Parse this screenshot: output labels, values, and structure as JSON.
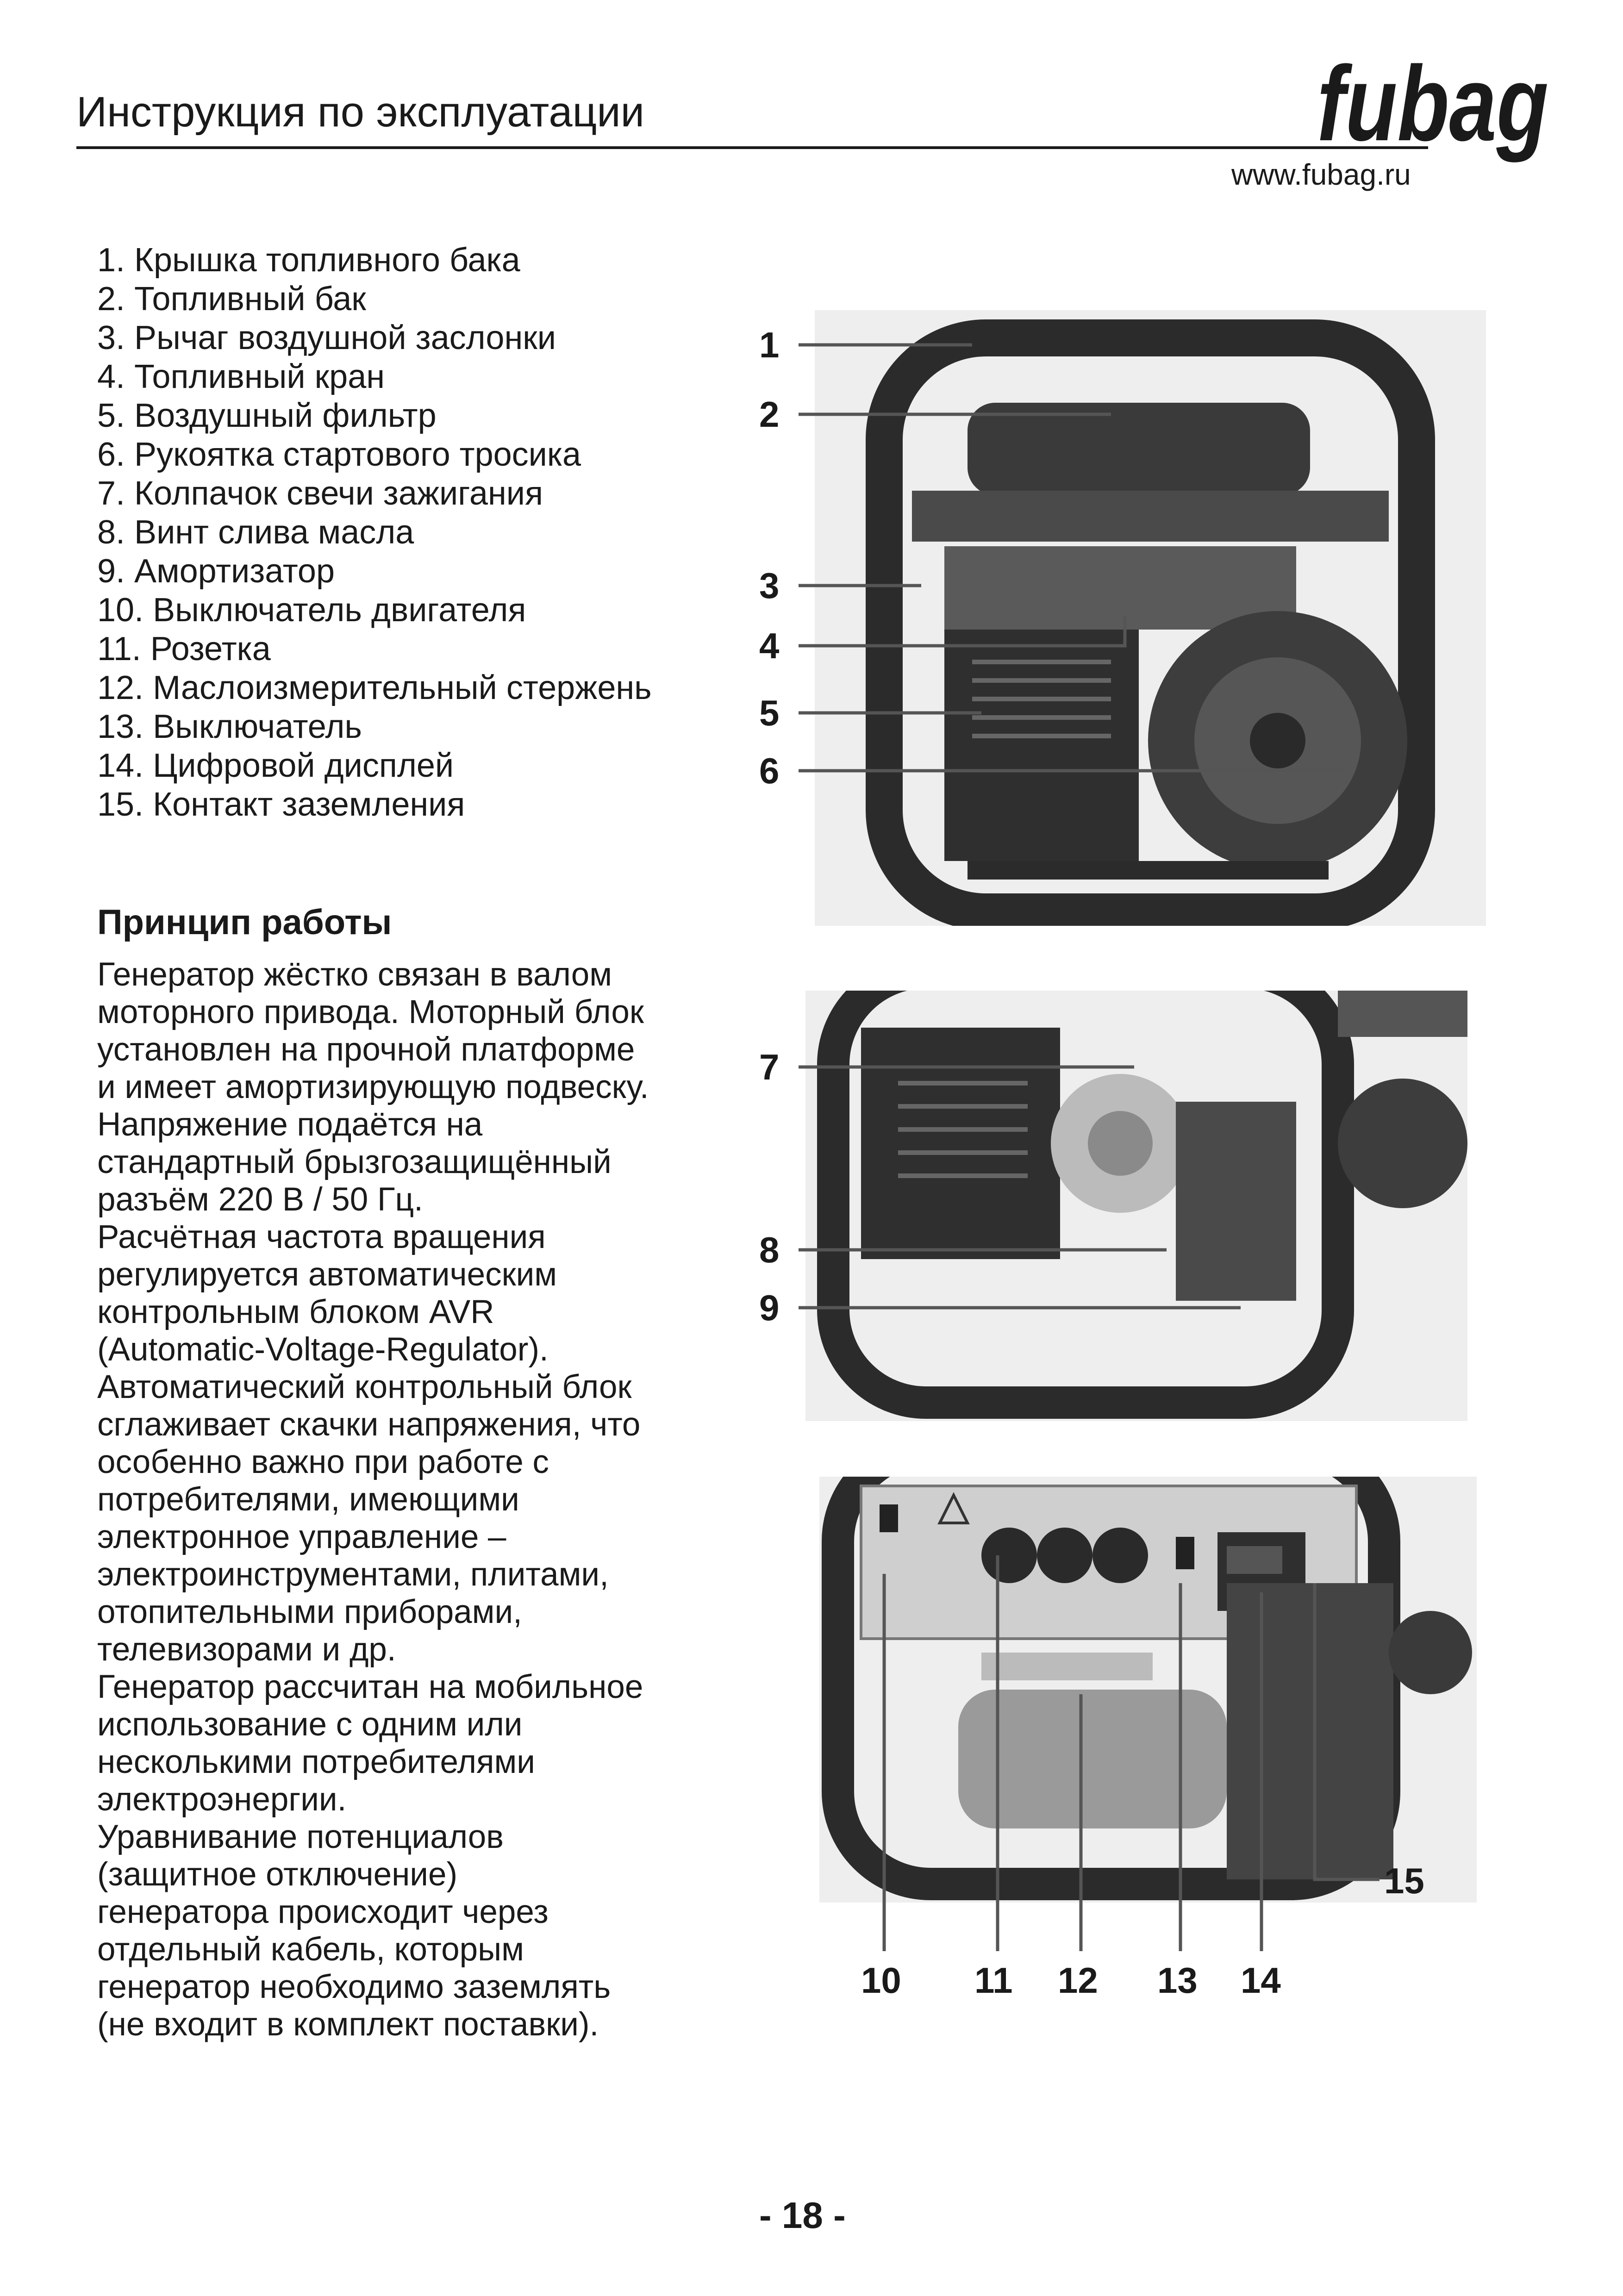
{
  "header": {
    "title": "Инструкция по эксплуатации",
    "logo_text": "fubag",
    "url": "www.fubag.ru"
  },
  "parts": [
    "1. Крышка топливного бака",
    "2. Топливный бак",
    "3. Рычаг воздушной заслонки",
    "4. Топливный кран",
    "5. Воздушный фильтр",
    "6. Рукоятка стартового тросика",
    "7. Колпачок свечи зажигания",
    "8. Винт слива масла",
    "9. Амортизатор",
    "10. Выключатель двигателя",
    "11. Розетка",
    "12. Маслоизмерительный стержень",
    "13. Выключатель",
    "14. Цифровой дисплей",
    "15. Контакт заземления"
  ],
  "principle": {
    "heading": "Принцип работы",
    "lines": [
      "Генератор жёстко связан в валом",
      "моторного привода. Моторный блок",
      "установлен на прочной платформе",
      "и имеет амортизирующую подвеску.",
      "Напряжение подаётся на",
      "стандартный брызгозащищённый",
      "разъём 220 В / 50 Гц.",
      "Расчётная частота вращения",
      "регулируется автоматическим",
      "контрольным блоком AVR",
      "(Automatic-Voltage-Regulator).",
      "Автоматический контрольный блок",
      "сглаживает скачки напряжения, что",
      "особенно важно при работе с",
      "потребителями, имеющими",
      "электронное управление –",
      "электроинструментами, плитами,",
      "отопительными приборами,",
      "телевизорами и др.",
      "Генератор рассчитан на мобильное",
      "использование с одним или",
      "несколькими потребителями",
      "электроэнергии.",
      "Уравнивание потенциалов",
      "(защитное отключение)",
      "генератора происходит через",
      "отдельный кабель, которым",
      "генератор необходимо заземлять",
      "(не входит в комплект поставки)."
    ]
  },
  "callouts": {
    "c1": "1",
    "c2": "2",
    "c3": "3",
    "c4": "4",
    "c5": "5",
    "c6": "6",
    "c7": "7",
    "c8": "8",
    "c9": "9",
    "c10": "10",
    "c11": "11",
    "c12": "12",
    "c13": "13",
    "c14": "14",
    "c15": "15"
  },
  "page_number": "- 18 -",
  "colors": {
    "text": "#1a1a1a",
    "photo_bg": "#d9d9d9",
    "frame": "#2b2b2b"
  }
}
